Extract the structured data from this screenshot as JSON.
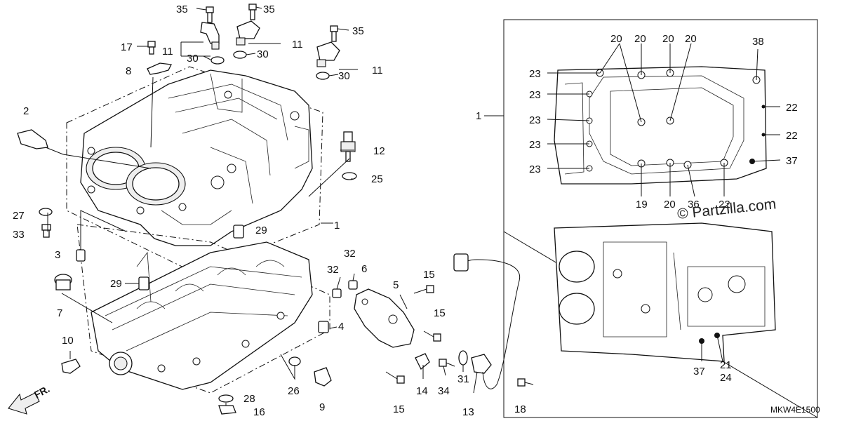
{
  "callouts": [
    {
      "id": "c35a",
      "text": "35"
    },
    {
      "id": "c35b",
      "text": "35"
    },
    {
      "id": "c35c",
      "text": "35"
    },
    {
      "id": "c17",
      "text": "17"
    },
    {
      "id": "c11a",
      "text": "11"
    },
    {
      "id": "c11b",
      "text": "11"
    },
    {
      "id": "c11c",
      "text": "11"
    },
    {
      "id": "c30a",
      "text": "30"
    },
    {
      "id": "c30b",
      "text": "30"
    },
    {
      "id": "c30c",
      "text": "30"
    },
    {
      "id": "c8",
      "text": "8"
    },
    {
      "id": "c2",
      "text": "2"
    },
    {
      "id": "c12",
      "text": "12"
    },
    {
      "id": "c25",
      "text": "25"
    },
    {
      "id": "c27",
      "text": "27"
    },
    {
      "id": "c33",
      "text": "33"
    },
    {
      "id": "c3",
      "text": "3"
    },
    {
      "id": "c29a",
      "text": "29"
    },
    {
      "id": "c29b",
      "text": "29"
    },
    {
      "id": "c1a",
      "text": "1"
    },
    {
      "id": "c7",
      "text": "7"
    },
    {
      "id": "c10",
      "text": "10"
    },
    {
      "id": "c32a",
      "text": "32"
    },
    {
      "id": "c32b",
      "text": "32"
    },
    {
      "id": "c6",
      "text": "6"
    },
    {
      "id": "c5",
      "text": "5"
    },
    {
      "id": "c15a",
      "text": "15"
    },
    {
      "id": "c15b",
      "text": "15"
    },
    {
      "id": "c15c",
      "text": "15"
    },
    {
      "id": "c4",
      "text": "4"
    },
    {
      "id": "c26",
      "text": "26"
    },
    {
      "id": "c9",
      "text": "9"
    },
    {
      "id": "c28",
      "text": "28"
    },
    {
      "id": "c16",
      "text": "16"
    },
    {
      "id": "c14",
      "text": "14"
    },
    {
      "id": "c34",
      "text": "34"
    },
    {
      "id": "c31",
      "text": "31"
    },
    {
      "id": "c13",
      "text": "13"
    },
    {
      "id": "c18",
      "text": "18"
    },
    {
      "id": "c1b",
      "text": "1"
    },
    {
      "id": "c20a",
      "text": "20"
    },
    {
      "id": "c20b",
      "text": "20"
    },
    {
      "id": "c20c",
      "text": "20"
    },
    {
      "id": "c20d",
      "text": "20"
    },
    {
      "id": "c38",
      "text": "38"
    },
    {
      "id": "c23a",
      "text": "23"
    },
    {
      "id": "c23b",
      "text": "23"
    },
    {
      "id": "c23c",
      "text": "23"
    },
    {
      "id": "c23d",
      "text": "23"
    },
    {
      "id": "c23e",
      "text": "23"
    },
    {
      "id": "c22a",
      "text": "22"
    },
    {
      "id": "c22b",
      "text": "22"
    },
    {
      "id": "c37a",
      "text": "37"
    },
    {
      "id": "c19",
      "text": "19"
    },
    {
      "id": "c20e",
      "text": "20"
    },
    {
      "id": "c36",
      "text": "36"
    },
    {
      "id": "c22c",
      "text": "22"
    },
    {
      "id": "c37b",
      "text": "37"
    },
    {
      "id": "c21",
      "text": "21"
    },
    {
      "id": "c24",
      "text": "24"
    }
  ],
  "watermark": "© Partzilla.com",
  "direction_label": "FR.",
  "diagram_code": "MKW4E1500"
}
